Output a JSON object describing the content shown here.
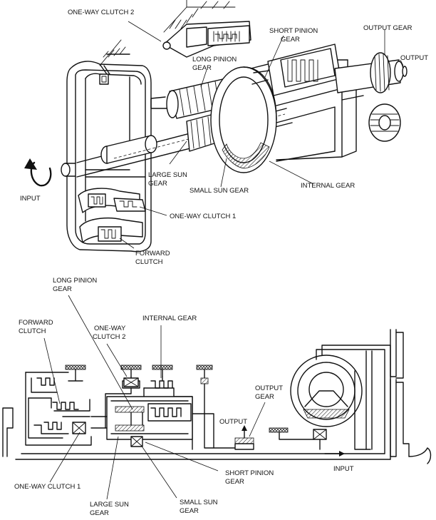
{
  "top": {
    "labels": {
      "one_way_clutch_2": "ONE-WAY CLUTCH 2",
      "short_pinion_1": "SHORT PINION",
      "short_pinion_2": "GEAR",
      "output_gear": "OUTPUT GEAR",
      "output": "OUTPUT",
      "long_pinion_1": "LONG PINION",
      "long_pinion_2": "GEAR",
      "input": "INPUT",
      "large_sun_1": "LARGE SUN",
      "large_sun_2": "GEAR",
      "small_sun": "SMALL SUN GEAR",
      "internal_gear": "INTERNAL GEAR",
      "one_way_clutch_1": "ONE-WAY CLUTCH 1",
      "forward_clutch_1": "FORWARD",
      "forward_clutch_2": "CLUTCH"
    }
  },
  "bottom": {
    "labels": {
      "long_pinion_1": "LONG PINION",
      "long_pinion_2": "GEAR",
      "forward_clutch_1": "FORWARD",
      "forward_clutch_2": "CLUTCH",
      "internal_gear": "INTERNAL GEAR",
      "one_way_clutch_2_1": "ONE-WAY",
      "one_way_clutch_2_2": "CLUTCH 2",
      "output_gear_1": "OUTPUT",
      "output_gear_2": "GEAR",
      "output": "OUTPUT",
      "input": "INPUT",
      "short_pinion_1": "SHORT PINION",
      "short_pinion_2": "GEAR",
      "one_way_clutch_1": "ONE-WAY CLUTCH 1",
      "large_sun_1": "LARGE SUN",
      "large_sun_2": "GEAR",
      "small_sun_1": "SMALL SUN",
      "small_sun_2": "GEAR"
    }
  }
}
